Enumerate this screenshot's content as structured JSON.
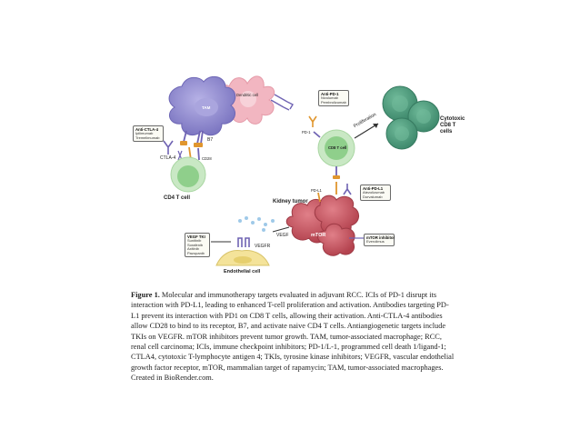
{
  "figure": {
    "cells": {
      "tam": "TAM",
      "dendritic": "Dendritic cell",
      "cd4": "CD4 T cell",
      "cd8": "CD8 T cell",
      "cytotoxic": [
        "Cytotoxic",
        "CD8 T",
        "cells"
      ],
      "kidney_tumor": "Kidney tumor",
      "mtor": "mTOR",
      "endothelial": "Endothelial cell"
    },
    "markers": {
      "b7": "B7",
      "ctla4": "CTLA-4",
      "cd28": "CD28",
      "pd1": "PD-1",
      "pdl1": "PD-L1",
      "vegf": "VEGF",
      "vegfr": "VEGFR",
      "proliferation": "Proliferation"
    },
    "drug_boxes": {
      "anti_ctla4": {
        "title": "Anti-CTLA-4",
        "items": [
          "Ipilimumab",
          "Tremelimumab"
        ]
      },
      "anti_pd1": {
        "title": "Anti-PD-1",
        "items": [
          "Nivolumab",
          "Pembrolizumab"
        ]
      },
      "anti_pdl1": {
        "title": "Anti-PD-L1",
        "items": [
          "Atezolizumab",
          "Durvalumab"
        ]
      },
      "vegf_tki": {
        "title": "VEGF TKI",
        "items": [
          "Sunitinib",
          "Sorafenib",
          "Axitinib",
          "Pazopanib"
        ]
      },
      "mtor_inhibitor": {
        "title": "mTOR inhibitor",
        "items": [
          "Everolimus"
        ]
      }
    }
  },
  "caption": {
    "label": "Figure 1.",
    "text": "Molecular and immunotherapy targets evaluated in adjuvant RCC. ICIs of PD-1 disrupt its interaction with PD-L1, leading to enhanced T-cell proliferation and activation. Antibodies targeting PD-L1 prevent its interaction with PD1 on CD8 T cells, allowing their activation. Anti-CTLA-4 antibodies allow CD28 to bind to its receptor, B7, and activate naive CD4 T cells. Antiangiogenetic targets include TKIs on VEGFR. mTOR inhibitors prevent tumor growth. TAM, tumor-associated macrophage; RCC, renal cell carcinoma; ICIs, immune checkpoint inhibitors; PD-1/L-1, programmed cell death 1/ligand-1; CTLA4, cytotoxic T-lymphocyte antigen 4; TKIs, tyrosine kinase inhibitors; VEGFR, vascular endothelial growth factor receptor, mTOR, mammalian target of rapamycin; TAM, tumor-associated macrophages. Created in BioRender.com."
  },
  "colors": {
    "tam": "#8f89cc",
    "dendritic": "#f1b3bf",
    "tcell_outer": "#c9e8c4",
    "tcell_inner": "#8fcf8b",
    "cytotoxic": "#4a9a7b",
    "tumor": "#c65a64",
    "endothelial": "#f4e39a",
    "receptor_purple": "#6f63b3",
    "receptor_orange": "#e0962e",
    "vegf_dots": "#9fc9e8"
  }
}
